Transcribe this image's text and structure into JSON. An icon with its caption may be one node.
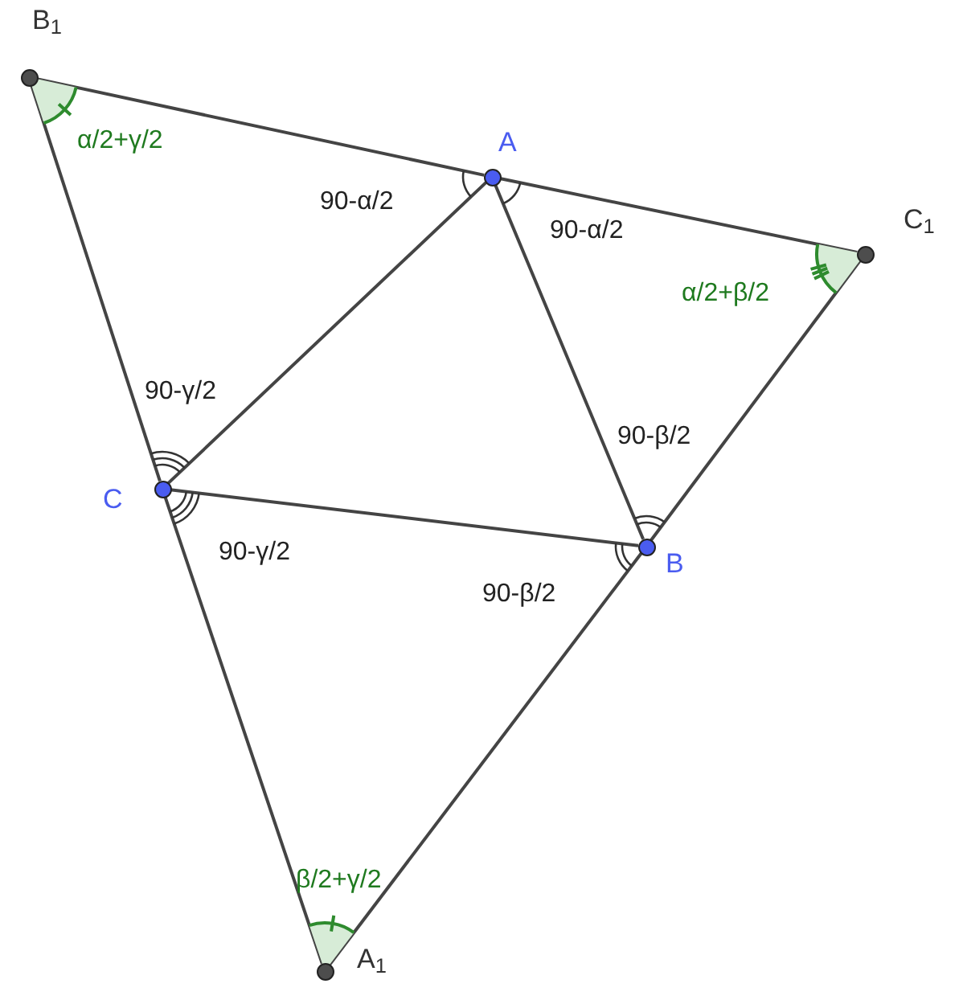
{
  "diagram": {
    "nodes": [
      {
        "text": [],
        "shape": "circle",
        "beside": [
          "B$_{1}$"
        ]
      },
      {
        "text": [],
        "shape": "circle",
        "beside": [
          "A"
        ]
      },
      {
        "text": [],
        "shape": "circle",
        "beside": [
          "C$_{1}$"
        ]
      },
      {
        "text": [],
        "shape": "circle",
        "beside": [
          "C"
        ]
      },
      {
        "text": [],
        "shape": "circle",
        "beside": [
          "B"
        ]
      },
      {
        "text": [],
        "shape": "circle",
        "beside": [
          "A$_{1}$"
        ]
      }
    ],
    "edges": [
      {
        "from": 0,
        "to": 1,
        "arrow": "none"
      },
      {
        "from": 1,
        "to": 2,
        "arrow": "none"
      },
      {
        "from": 0,
        "to": 3,
        "arrow": "none"
      },
      {
        "from": 3,
        "to": 5,
        "arrow": "none"
      },
      {
        "from": 2,
        "to": 4,
        "arrow": "none"
      },
      {
        "from": 4,
        "to": 5,
        "arrow": "none"
      },
      {
        "from": 1,
        "to": 3,
        "arrow": "none"
      },
      {
        "from": 1,
        "to": 4,
        "arrow": "none"
      },
      {
        "from": 3,
        "to": 4,
        "arrow": "none"
      }
    ],
    "labels": [
      "α/2+γ/2",
      "90-α/2",
      "90-α/2",
      "α/2+β/2",
      "90-γ/2",
      "90-β/2",
      "90-γ/2",
      "90-β/2",
      "β/2+γ/2"
    ]
  }
}
